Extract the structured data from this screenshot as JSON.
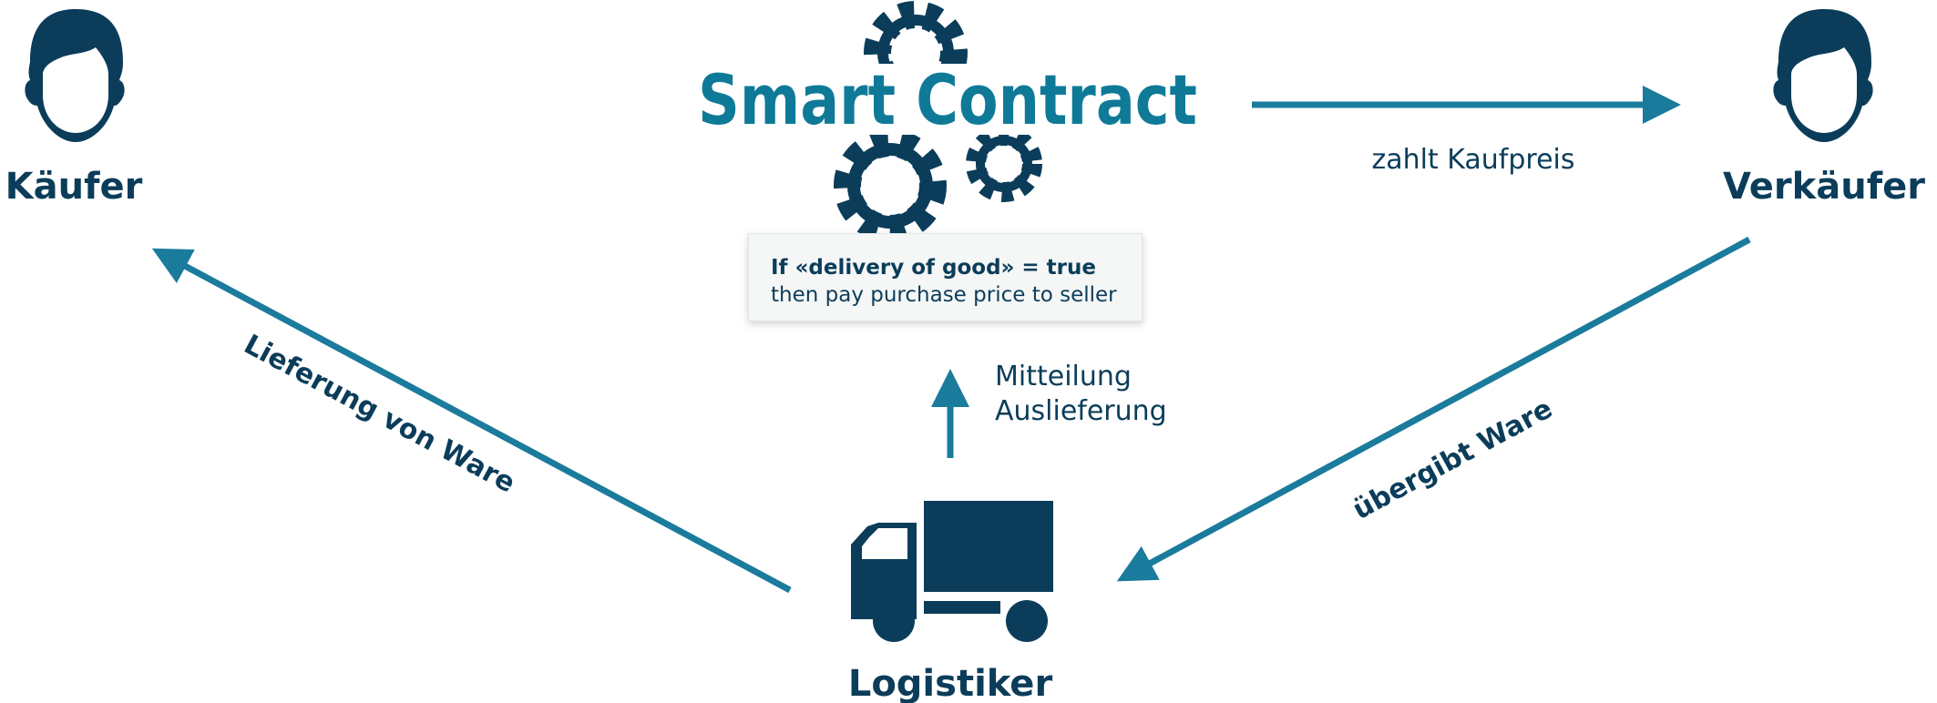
{
  "title": "Smart Contract",
  "actors": {
    "buyer": "Käufer",
    "seller": "Verkäufer",
    "logistics": "Logistiker"
  },
  "condition": {
    "line1": "If «delivery of good» = true",
    "line2": "then pay purchase price to seller"
  },
  "edges": {
    "contract_to_seller": "zahlt Kaufpreis",
    "seller_to_logistics": "übergibt Ware",
    "logistics_to_buyer": "Lieferung von Ware",
    "logistics_to_contract_line1": "Mitteilung",
    "logistics_to_contract_line2": "Auslieferung"
  },
  "colors": {
    "arrow": "#1a7b9c",
    "dark_navy": "#0b3d5a",
    "title": "#0f7a98"
  }
}
